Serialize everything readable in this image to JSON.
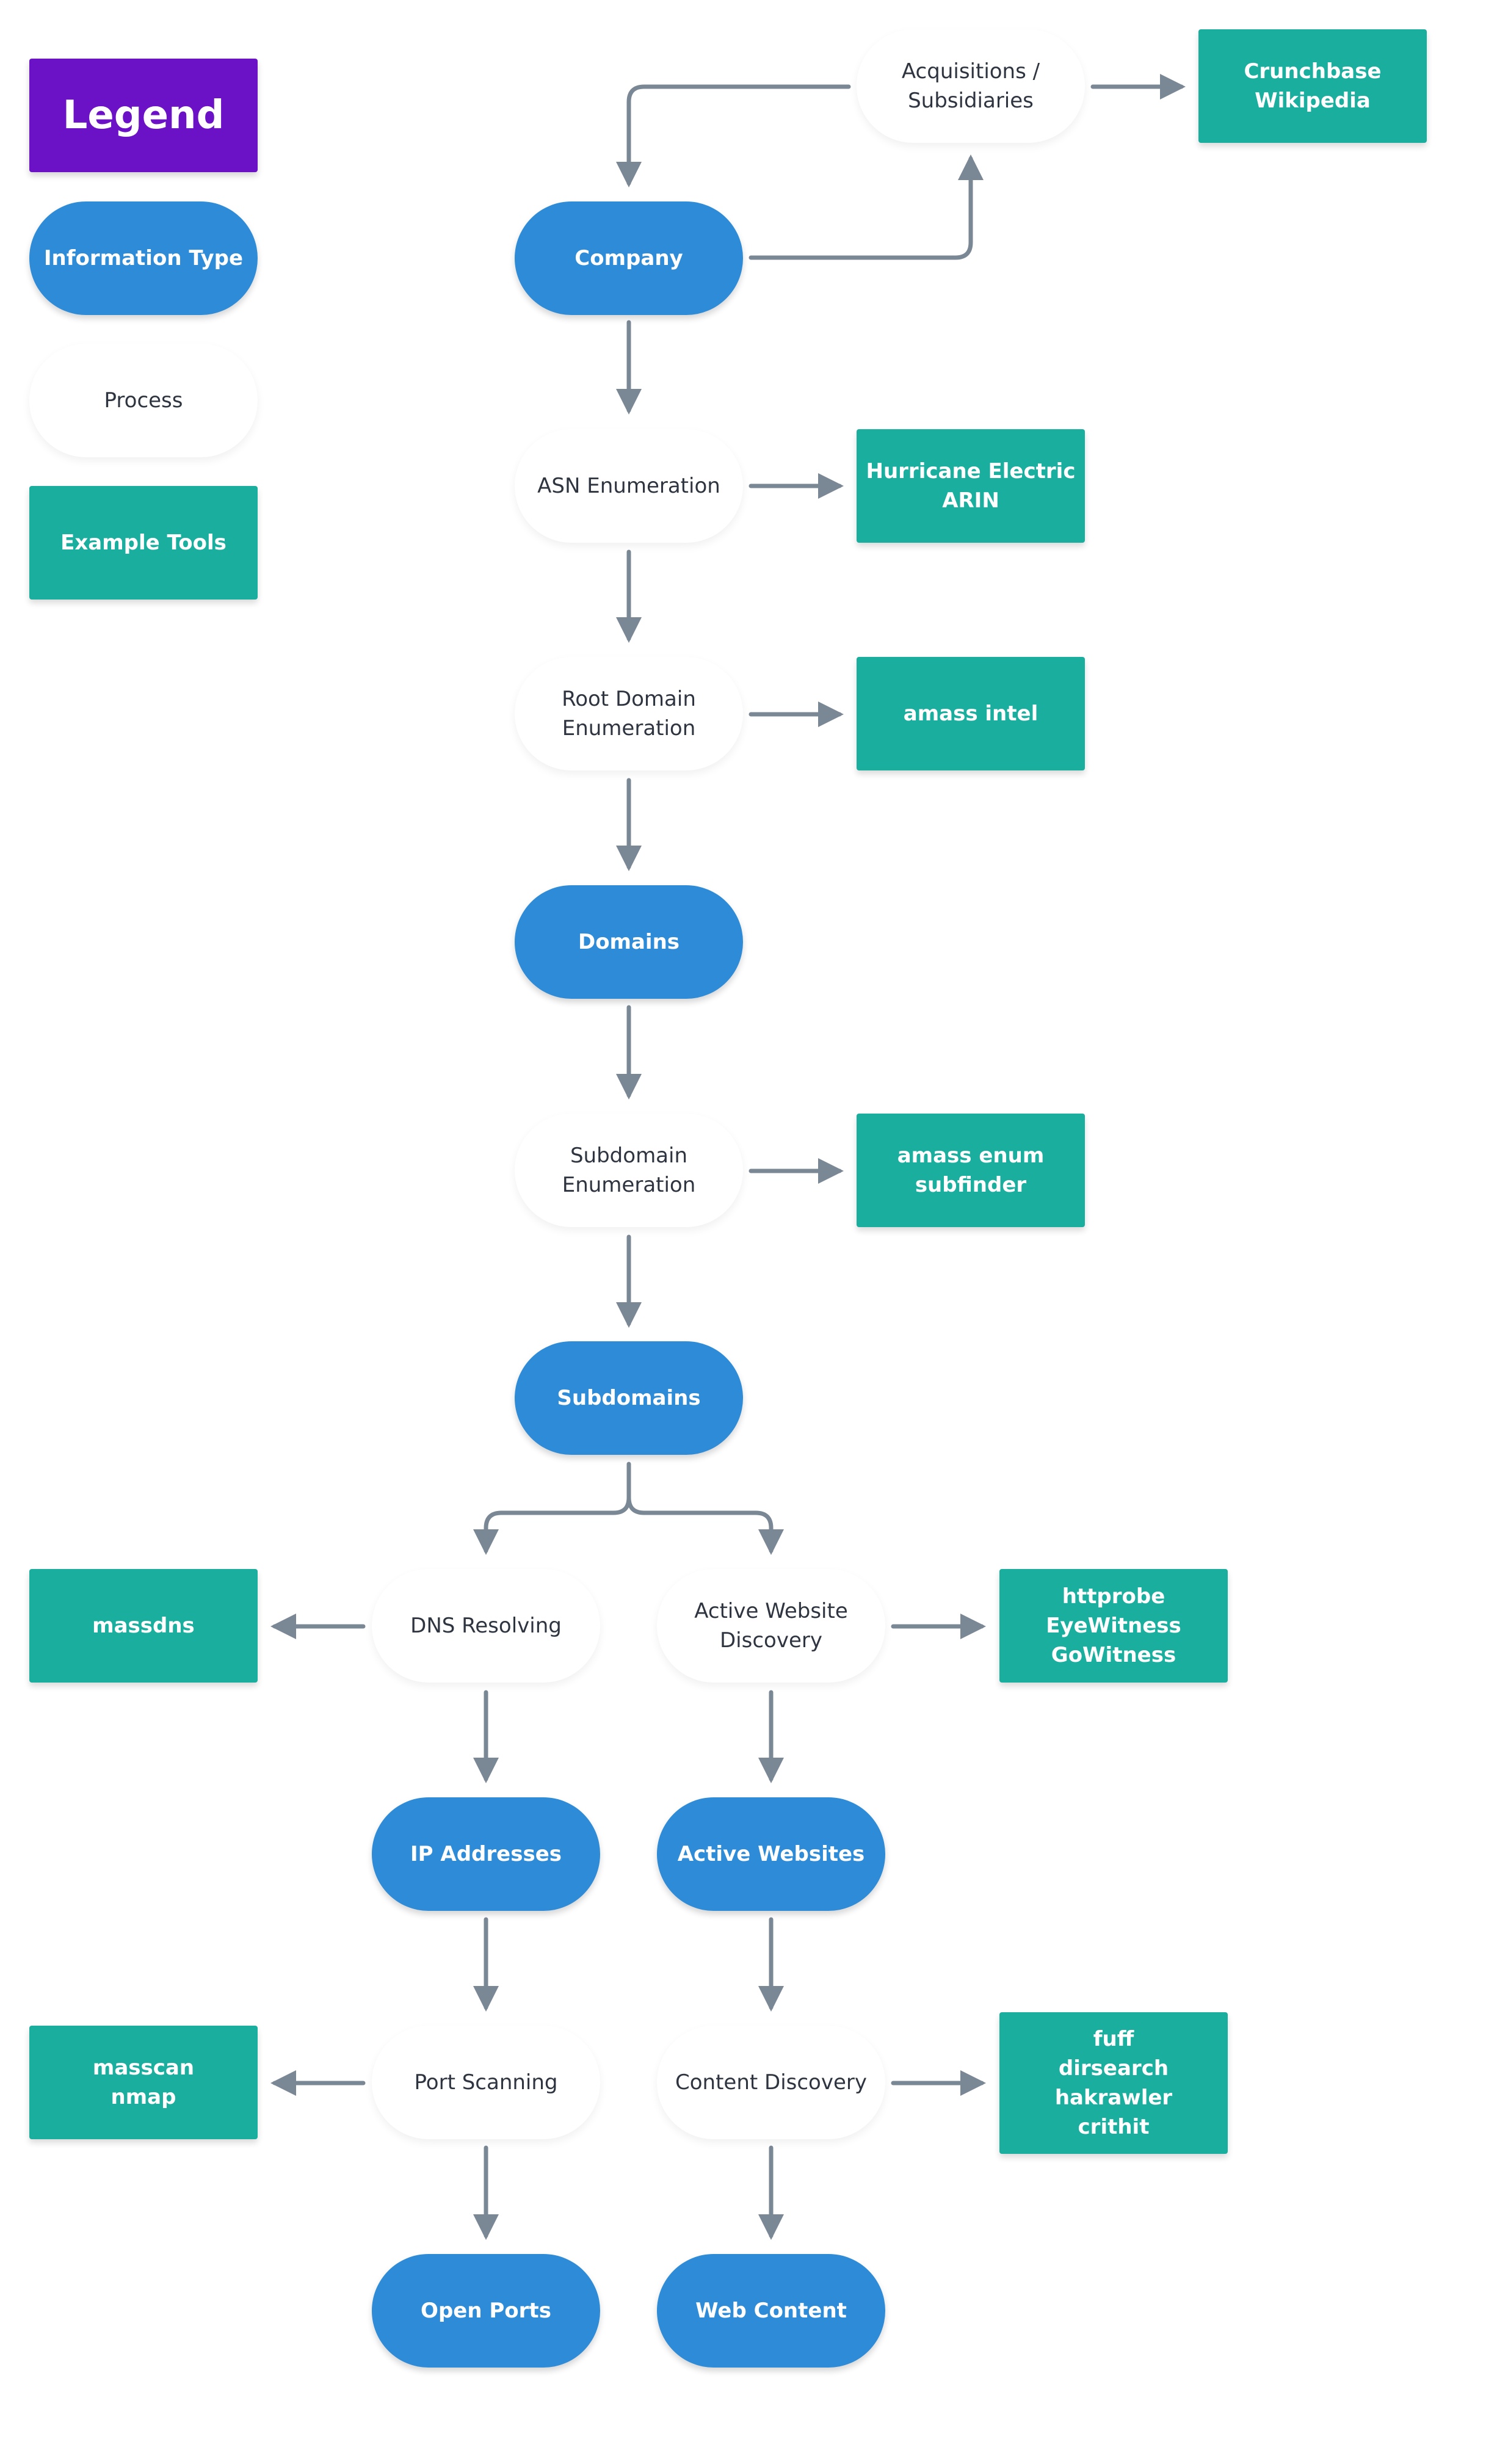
{
  "colors": {
    "information_type": "#2d8bd8",
    "process": "#ffffff",
    "example_tools": "#1aae9f",
    "legend": "#6b12c6",
    "connector": "#7a8896"
  },
  "legend": {
    "title": "Legend",
    "information_type": "Information Type",
    "process": "Process",
    "example_tools": "Example Tools"
  },
  "nodes": {
    "acquisitions": "Acquisitions /\nSubsidiaries",
    "acquisitions_tools": "Crunchbase\nWikipedia",
    "company": "Company",
    "asn_enumeration": "ASN Enumeration",
    "asn_tools": "Hurricane Electric\nARIN",
    "root_domain_enumeration": "Root Domain\nEnumeration",
    "root_domain_tools": "amass intel",
    "domains": "Domains",
    "subdomain_enumeration": "Subdomain\nEnumeration",
    "subdomain_tools": "amass enum\nsubfinder",
    "subdomains": "Subdomains",
    "dns_resolving": "DNS Resolving",
    "dns_tools": "massdns",
    "active_website_discovery": "Active Website\nDiscovery",
    "active_website_tools": "httprobe\nEyeWitness\nGoWitness",
    "ip_addresses": "IP Addresses",
    "active_websites": "Active Websites",
    "port_scanning": "Port Scanning",
    "port_tools": "masscan\nnmap",
    "content_discovery": "Content Discovery",
    "content_tools": "fuff\ndirsearch\nhakrawler\ncrithit",
    "open_ports": "Open Ports",
    "web_content": "Web Content"
  }
}
